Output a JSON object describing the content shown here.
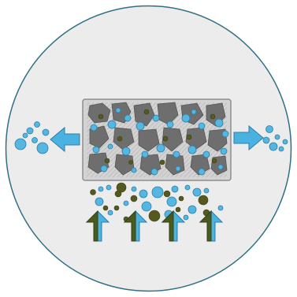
{
  "diagram": {
    "colors": {
      "background": "#ffffff",
      "circle_fill": "#ececec",
      "circle_stroke": "#2f6f86",
      "panel_fill": "#d3d3d3",
      "panel_stroke": "#8e8e8e",
      "rock": "#6e6e6e",
      "blue_particle": "#56b6e2",
      "blue_outline": "#2b7fa6",
      "olive_particle": "#55581f",
      "arrow_blue": "#4ab2e0",
      "arrow_green": "#4a5a1c"
    },
    "icons": {
      "panel": "porous-media-filter",
      "left_arrow": "outflow-arrow",
      "right_arrow": "outflow-arrow",
      "bottom_arrows": "inflow-arrow"
    },
    "bottom_arrow_count": 4,
    "text": []
  }
}
